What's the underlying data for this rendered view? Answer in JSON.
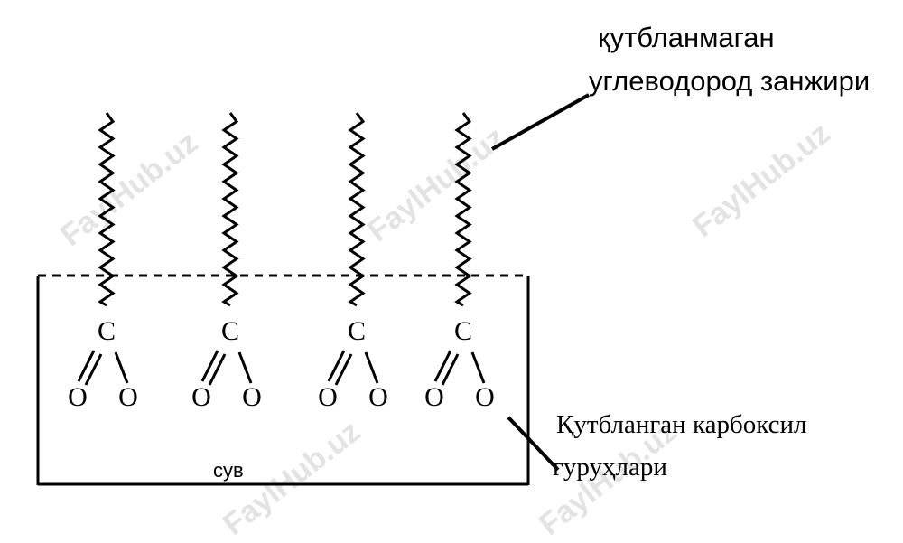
{
  "labels": {
    "nonpolar_line1": "қутбланмаган",
    "nonpolar_line2": "углеводород занжири",
    "polar_line1": "Қутбланган карбоксил",
    "polar_line2": "гуруҳлари",
    "water": "сув"
  },
  "atoms": {
    "carbon": "C",
    "oxygen": "O"
  },
  "watermark": "FaylHub.uz",
  "colors": {
    "ink": "#000000",
    "watermark": "#e3e3e3"
  }
}
